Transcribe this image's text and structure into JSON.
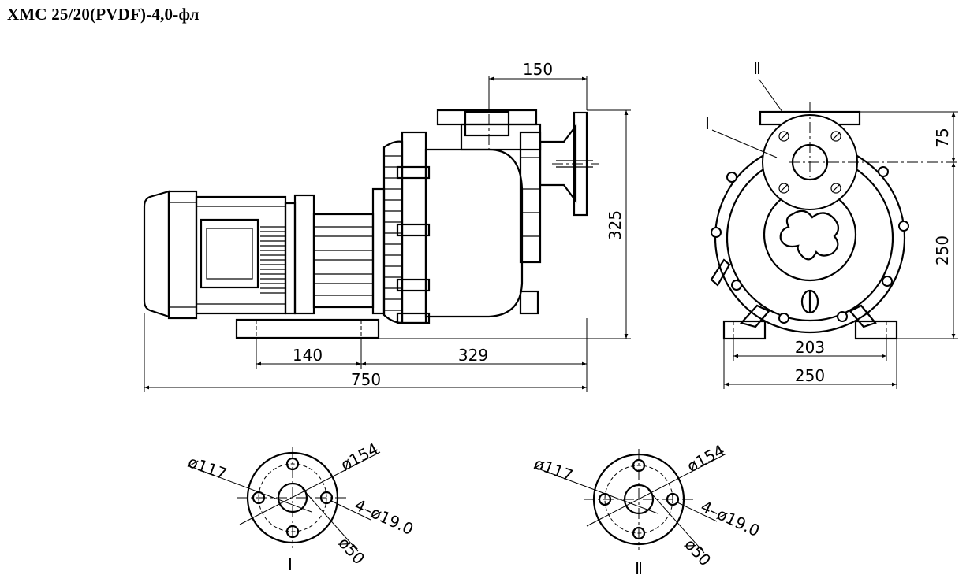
{
  "title": "ХМС 25/20(PVDF)-4,0-фл",
  "side_view": {
    "dim_150": "150",
    "dim_325": "325",
    "dim_140": "140",
    "dim_329": "329",
    "dim_750": "750"
  },
  "end_view": {
    "label_I": "I",
    "label_II": "Ⅱ",
    "dim_75": "75",
    "dim_250_height": "250",
    "dim_203": "203",
    "dim_250_width": "250"
  },
  "flange_I": {
    "label": "I",
    "bolt_circle": "ø117",
    "outer_diameter": "ø154",
    "holes": "4–ø19.0",
    "bore": "ø50"
  },
  "flange_II": {
    "label": "Ⅱ",
    "bolt_circle": "ø117",
    "outer_diameter": "ø154",
    "holes": "4–ø19.0",
    "bore": "ø50"
  }
}
